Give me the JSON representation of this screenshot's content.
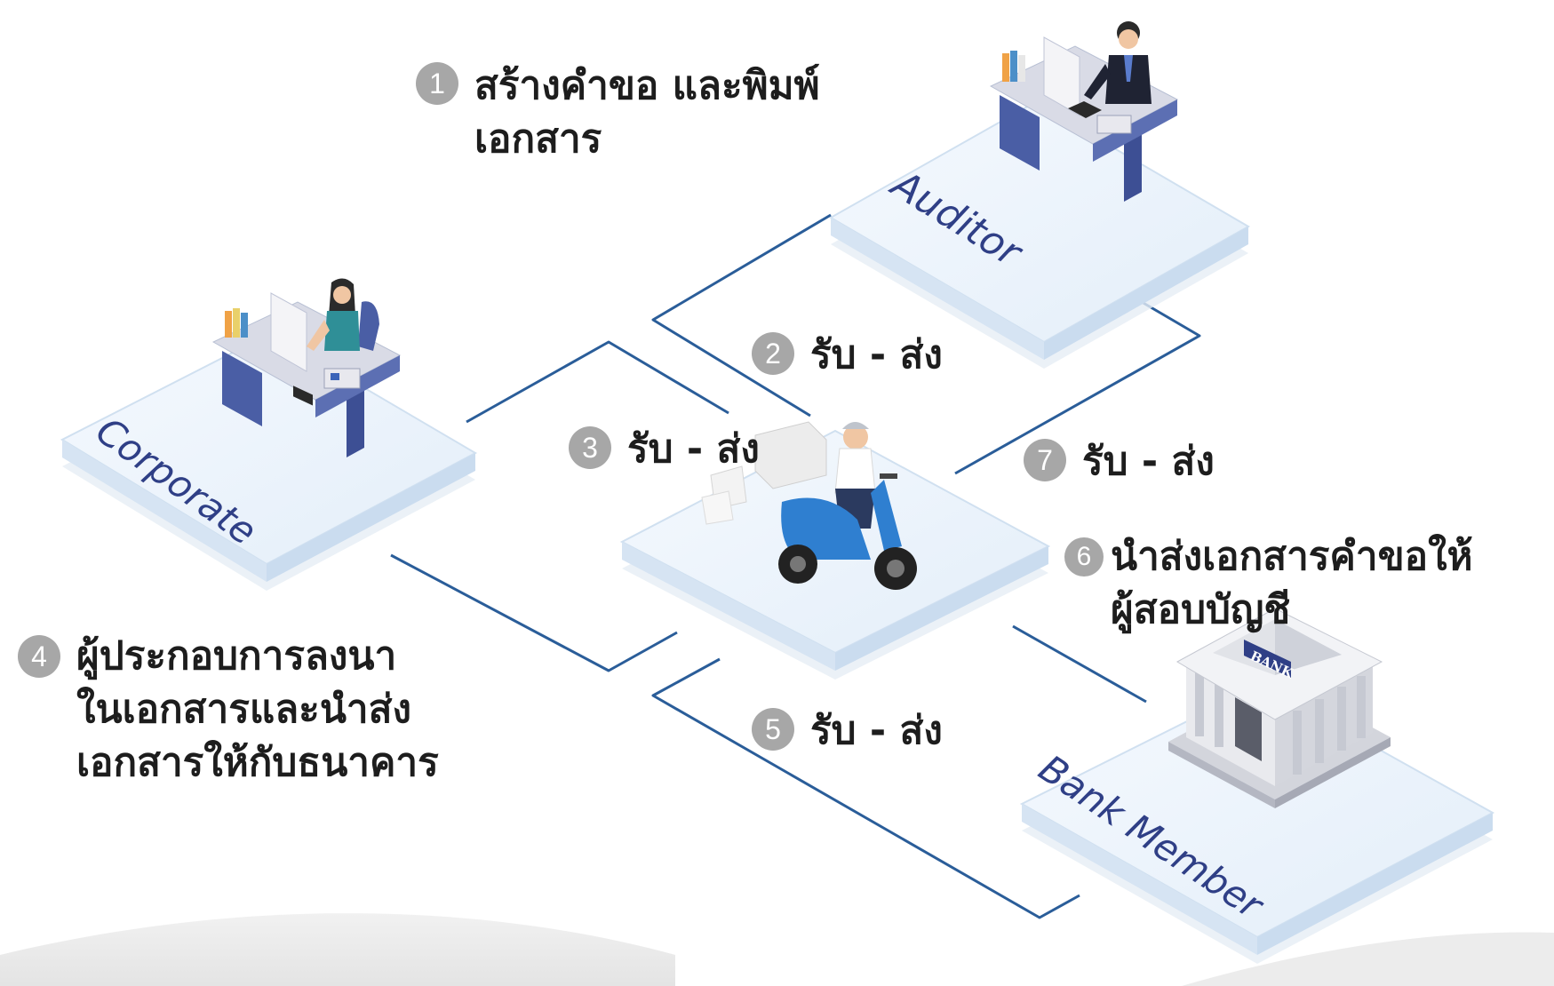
{
  "diagram": {
    "nodes": {
      "auditor": {
        "label": "Auditor",
        "figure_icon": "auditor-at-desk-icon"
      },
      "corporate": {
        "label": "Corporate",
        "figure_icon": "corporate-at-desk-icon"
      },
      "messenger": {
        "label": "",
        "figure_icon": "scooter-courier-icon"
      },
      "bank": {
        "label": "Bank Member",
        "figure_icon": "bank-building-icon",
        "sign": "BANK"
      }
    },
    "steps": [
      {
        "number": "1",
        "text": "สร้างคำขอ และพิมพ์\nเอกสาร"
      },
      {
        "number": "2",
        "text": "รับ - ส่ง"
      },
      {
        "number": "3",
        "text": "รับ - ส่ง"
      },
      {
        "number": "4",
        "text": "ผู้ประกอบการลงนา\nในเอกสารและนำส่ง\nเอกสารให้กับธนาคาร"
      },
      {
        "number": "5",
        "text": "รับ - ส่ง"
      },
      {
        "number": "6",
        "text": "นำส่งเอกสารคำขอให้\nผู้สอบบัญชี"
      },
      {
        "number": "7",
        "text": "รับ - ส่ง"
      }
    ],
    "colors": {
      "connector": "#2a5d99",
      "platform_top": "#eaf2fb",
      "platform_edge": "#c9dbee",
      "label": "#2f3f86",
      "badge": "#a7a7a7",
      "text": "#1d1d1d"
    }
  }
}
